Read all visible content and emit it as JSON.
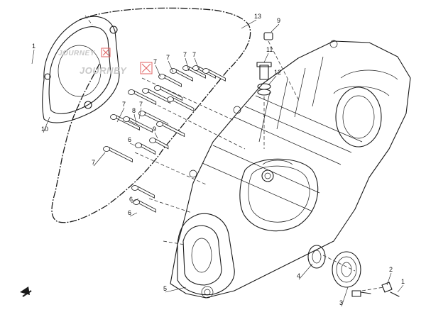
{
  "diagram": {
    "labels": [
      "1",
      "1",
      "2",
      "3",
      "4",
      "5",
      "6",
      "6",
      "6",
      "7",
      "7",
      "7",
      "7",
      "7",
      "7",
      "7",
      "8",
      "9",
      "9",
      "10",
      "11",
      "12",
      "13"
    ],
    "watermark": {
      "logo_text": "JOURNEY"
    },
    "colors": {
      "line": "#1a1a1a",
      "background": "#ffffff",
      "watermark": "#c8c8c8",
      "watermark_accent": "#e06060"
    }
  }
}
